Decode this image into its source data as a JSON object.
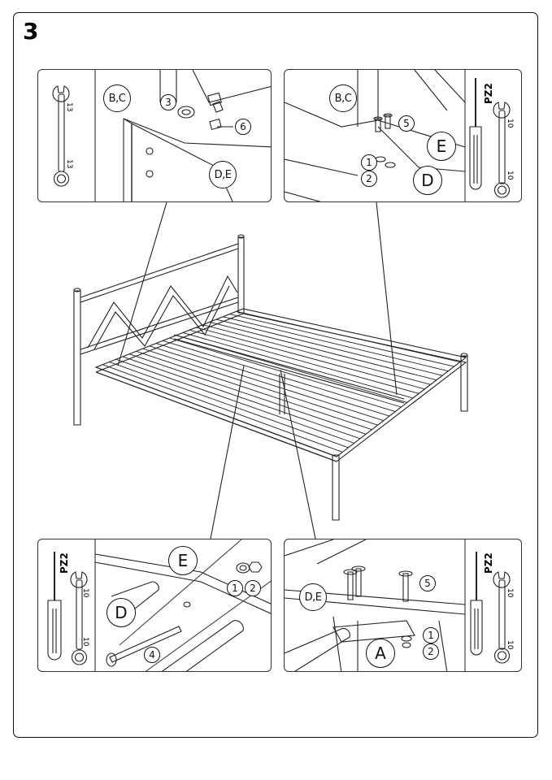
{
  "step_number": "3",
  "panels": {
    "top_left": {
      "label_bc": "B,C",
      "label_de": "D,E",
      "part_3": "3",
      "part_6": "6",
      "wrench_size_top": "13",
      "wrench_size_bottom": "13"
    },
    "top_right": {
      "label_bc": "B,C",
      "label_e": "E",
      "label_d": "D",
      "part_1": "1",
      "part_2": "2",
      "part_5": "5",
      "screwdriver": "PZ2",
      "wrench_size_top": "10",
      "wrench_size_bottom": "10"
    },
    "bottom_left": {
      "label_e": "E",
      "label_d": "D",
      "part_1": "1",
      "part_2": "2",
      "part_4": "4",
      "screwdriver": "PZ2",
      "wrench_size_top": "10",
      "wrench_size_bottom": "10"
    },
    "bottom_right": {
      "label_de": "D,E",
      "label_a": "A",
      "part_5": "5",
      "part_1": "1",
      "part_2": "2",
      "screwdriver": "PZ2",
      "wrench_size_top": "10",
      "wrench_size_bottom": "10"
    }
  }
}
